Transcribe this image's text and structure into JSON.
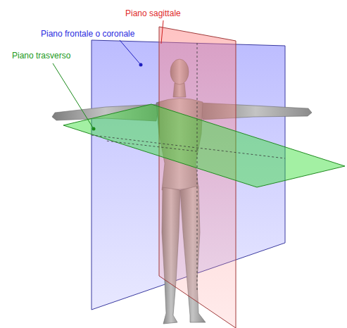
{
  "diagram": {
    "labels": [
      "Piano sagittale",
      "Piano frontale o coronale",
      "Piano trasverso"
    ]
  }
}
